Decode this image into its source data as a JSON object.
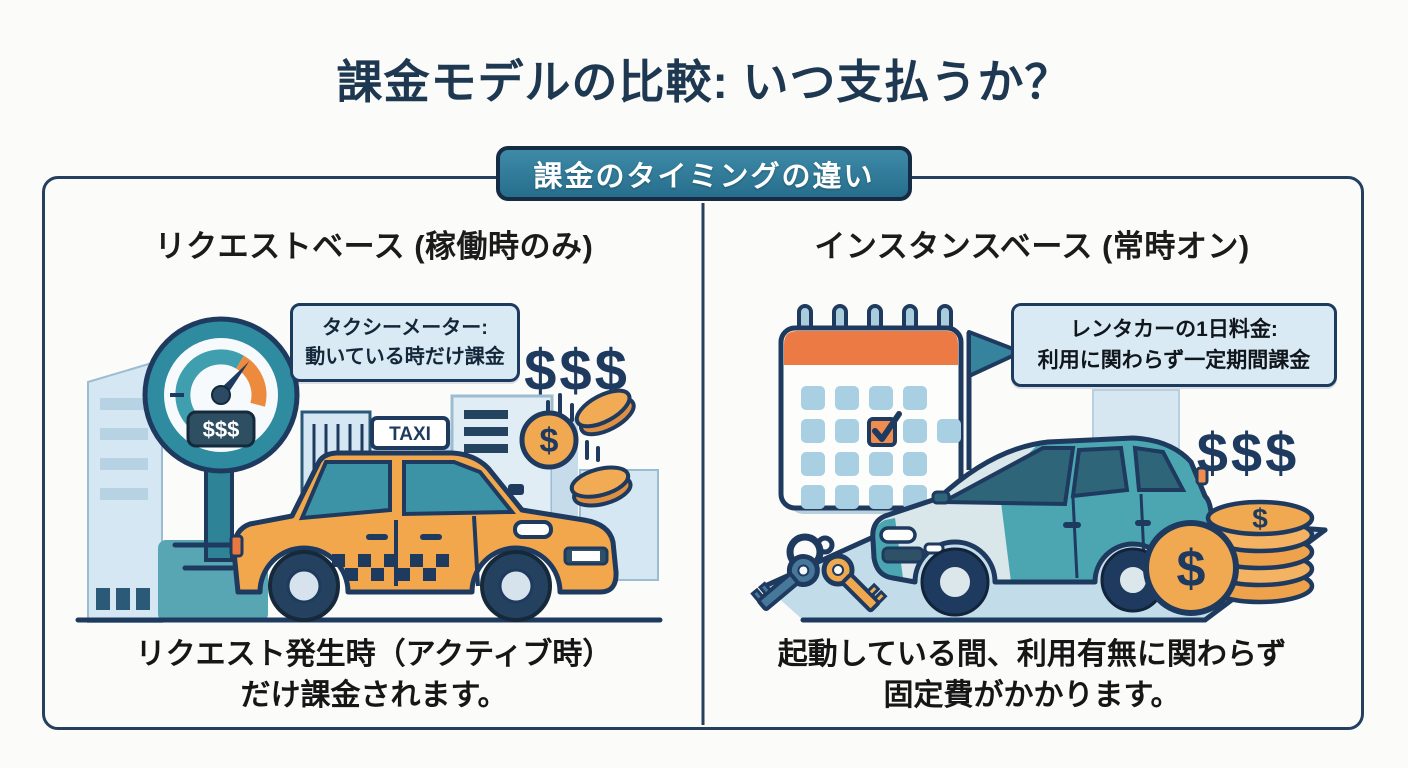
{
  "title": "課金モデルの比較: いつ支払うか？",
  "badge": "課金のタイミングの違い",
  "colors": {
    "navy": "#1e3a5f",
    "teal": "#2f8ba0",
    "badge_teal": "#2e7d98",
    "orange": "#f0a851",
    "accent_orange": "#ec7a45",
    "light_blue": "#d9eaf4",
    "background": "#fbfbf9"
  },
  "left_panel": {
    "heading": "リクエストベース (稼働時のみ)",
    "callout": {
      "line1": "タクシーメーター:",
      "line2": "動いている時だけ課金"
    },
    "caption": {
      "line1": "リクエスト発生時（アクティブ時）",
      "line2": "だけ課金されます。"
    },
    "illustration": {
      "dollar_signs": "$$$",
      "meter_display": "$$$",
      "taxi_sign": "TAXI",
      "coin_symbol": "$"
    }
  },
  "right_panel": {
    "heading": "インスタンスベース (常時オン)",
    "callout": {
      "line1": "レンタカーの1日料金:",
      "line2": "利用に関わらず一定期間課金"
    },
    "caption": {
      "line1": "起動している間、利用有無に関わらず",
      "line2": "固定費がかかります。"
    },
    "illustration": {
      "dollar_signs": "$$$",
      "stack_coin_symbol": "$",
      "front_coin_symbol": "$"
    }
  }
}
